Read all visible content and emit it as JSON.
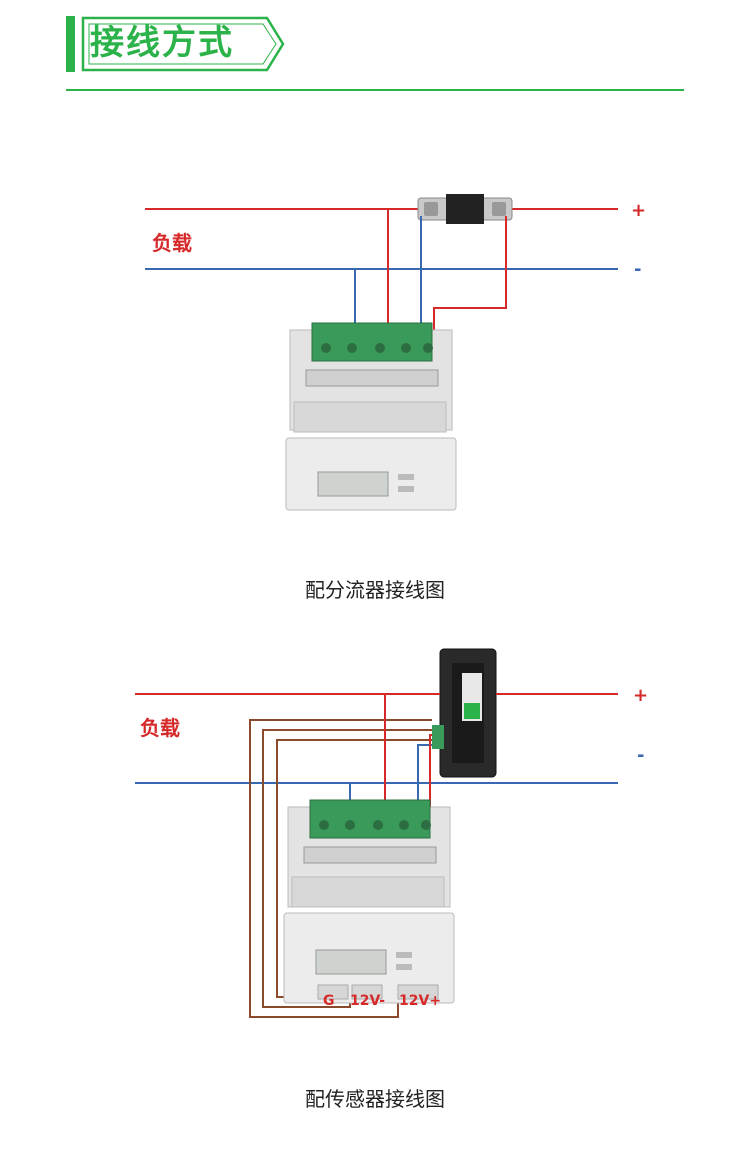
{
  "header": {
    "title": "接线方式"
  },
  "diagram1": {
    "load_label": "负载",
    "plus_label": "+",
    "minus_label": "-",
    "caption": "配分流器接线图"
  },
  "diagram2": {
    "load_label": "负载",
    "plus_label": "+",
    "minus_label": "-",
    "terminal_g": "G",
    "terminal_12v_minus": "12V-",
    "terminal_12v_plus": "12V+",
    "caption": "配传感器接线图"
  },
  "colors": {
    "accent_green": "#2bb34a",
    "wire_red": "#d62a2a",
    "wire_blue": "#3a67b2",
    "wire_brown": "#8b4a2b",
    "terminal_green": "#3a9a5a"
  }
}
